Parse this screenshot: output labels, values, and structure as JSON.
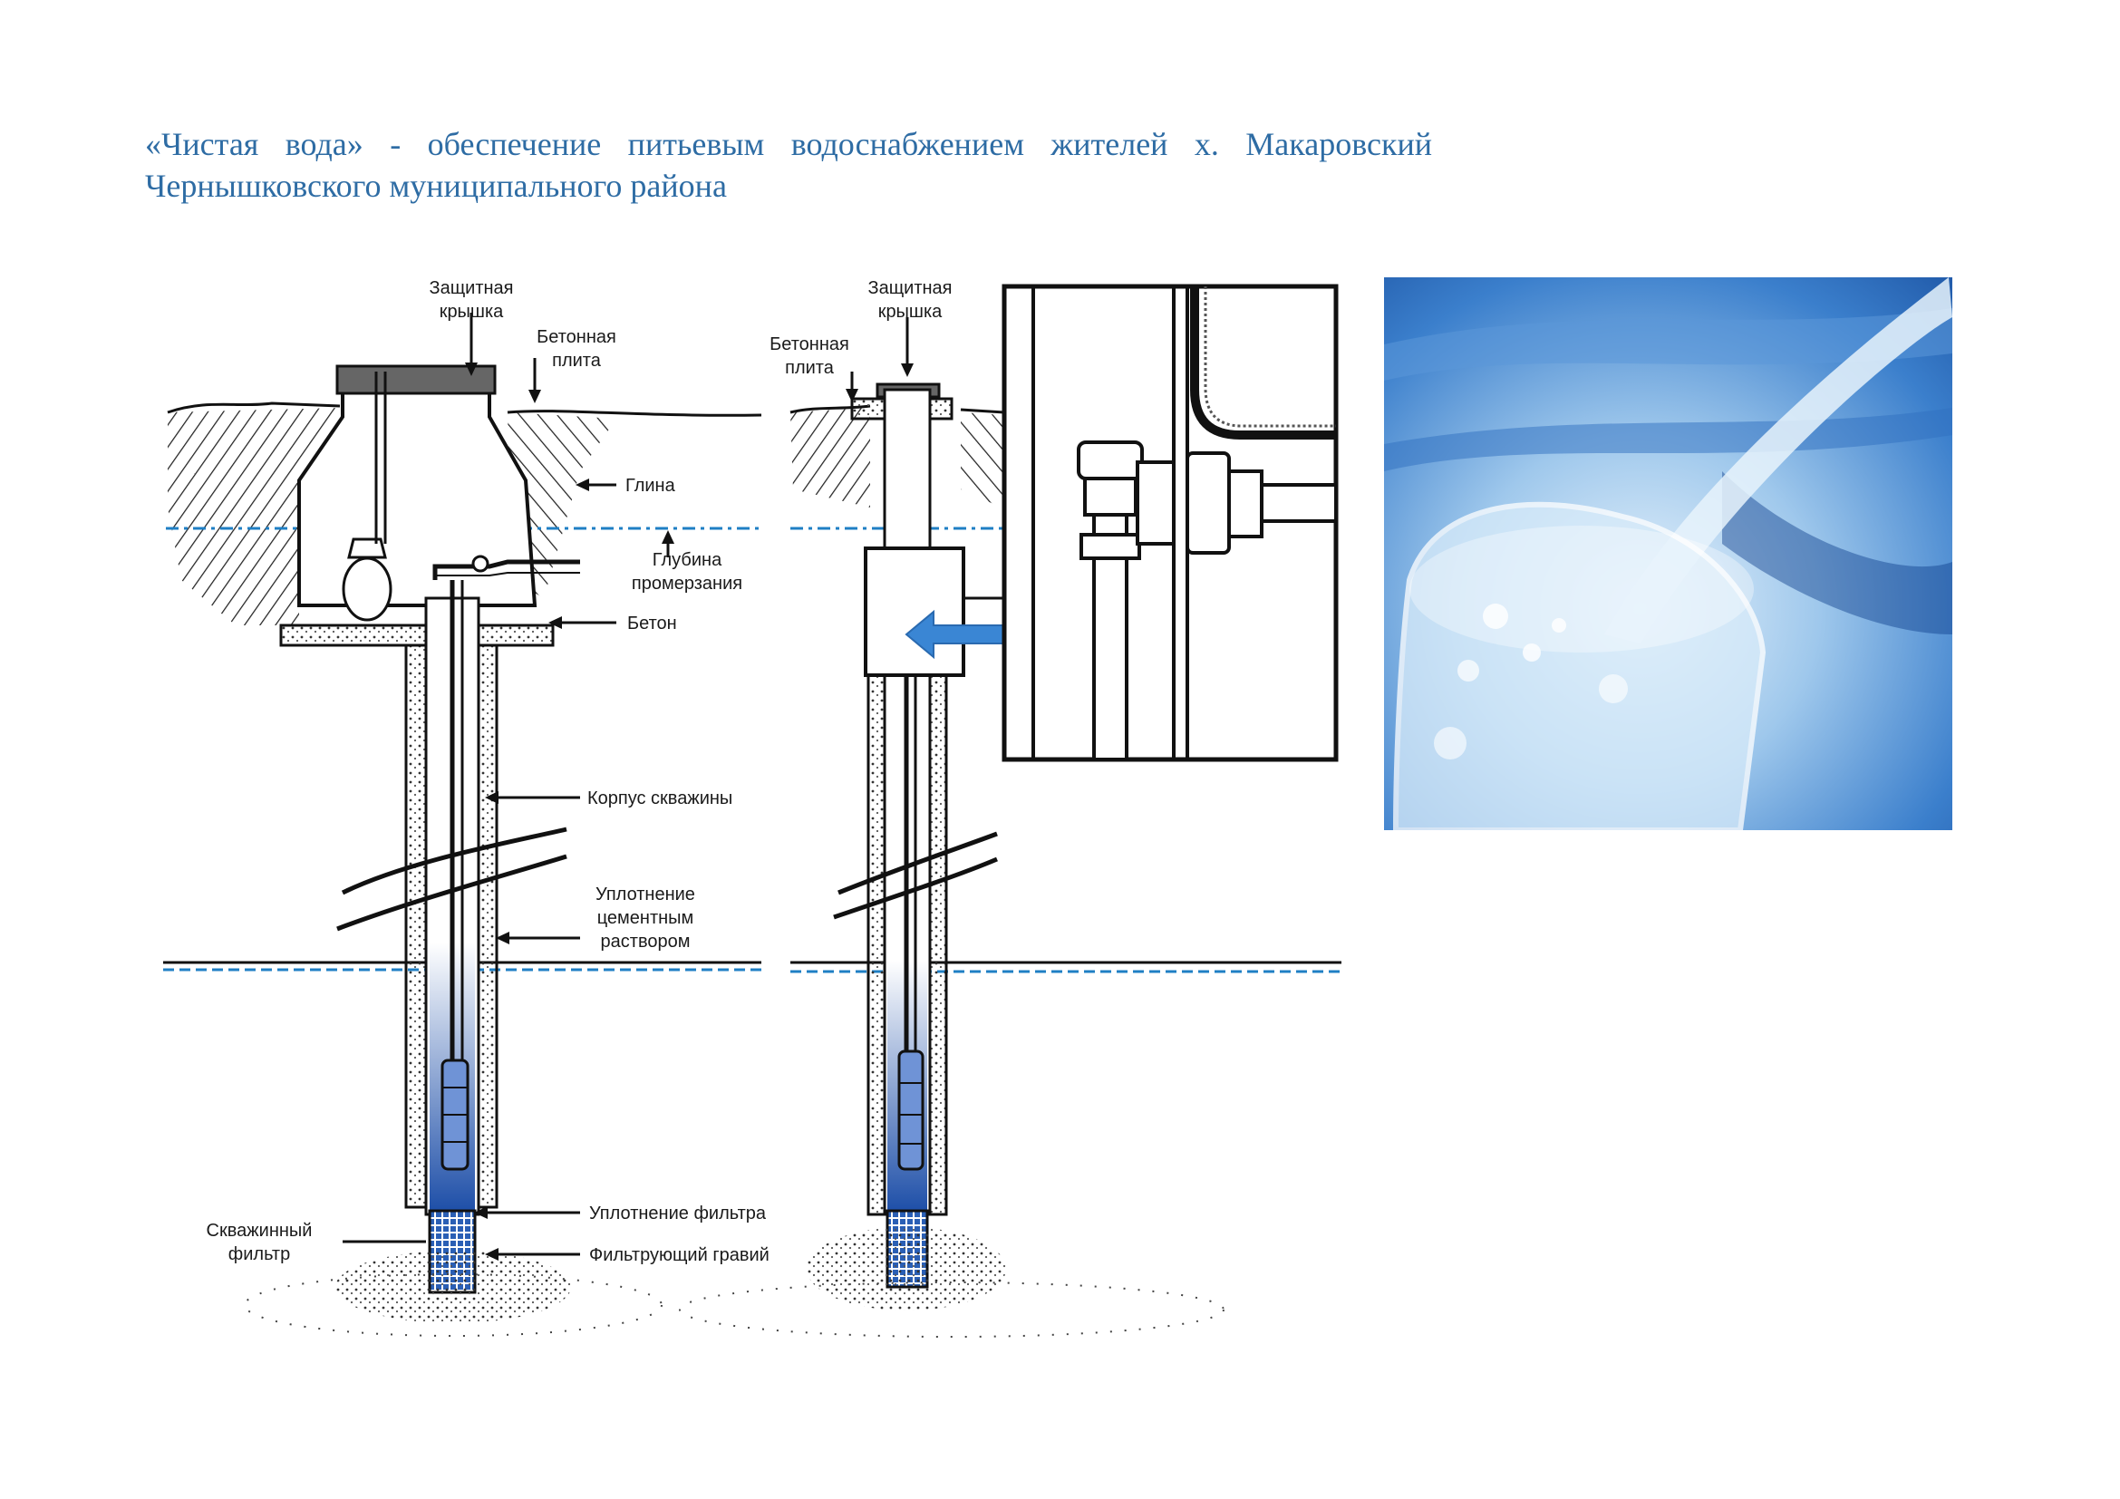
{
  "title": {
    "line1": "«Чистая вода» - обеспечение питьевым водоснабжением жителей х. Макаровский",
    "line2": "Чернышковского муниципального района"
  },
  "left_diagram": {
    "labels": {
      "cover_1": "Защитная",
      "cover_2": "крышка",
      "slab_1": "Бетонная",
      "slab_2": "плита",
      "clay": "Глина",
      "freeze_1": "Глубина",
      "freeze_2": "промерзания",
      "concrete": "Бетон",
      "casing": "Корпус скважины",
      "seal_1": "Уплотнение",
      "seal_2": "цементным",
      "seal_3": "раствором",
      "filter_seal": "Уплотнение фильтра",
      "gravel": "Фильтрующий гравий",
      "filter_1": "Скважинный",
      "filter_2": "фильтр"
    }
  },
  "right_diagram": {
    "labels": {
      "cover_1": "Защитная",
      "cover_2": "крышка",
      "slab_1": "Бетонная",
      "slab_2": "плита"
    }
  },
  "colors": {
    "title": "#2e6ca4",
    "water_line": "#1f7fc4",
    "pipe_water": "#1e4fa8",
    "arrow": "#3a86d4",
    "photo_bg": "#1d5fb0"
  },
  "photo": {
    "icon": "water-glass-photo"
  }
}
